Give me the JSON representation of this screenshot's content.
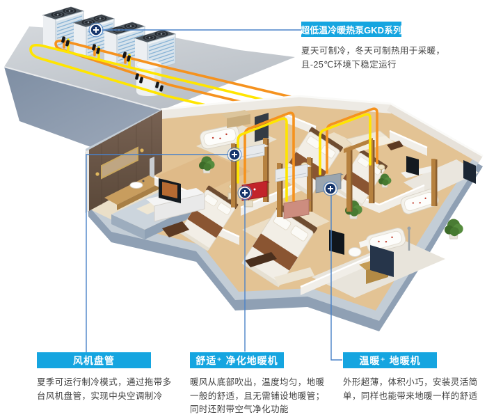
{
  "callouts": {
    "heat_pump": {
      "label": "超低温冷暖热泵GKD系列",
      "desc": [
        "夏天可制冷，冬天可制热用于采暖，",
        "且-25℃环境下稳定运行"
      ]
    },
    "fan_coil": {
      "label": "风机盘管",
      "desc": [
        "夏季可运行制冷模式，通过拖带多",
        "台风机盘管，实现中央空调制冷"
      ]
    },
    "purify_heater": {
      "label": "舒适⁺ 净化地暖机",
      "desc": [
        "暖风从底部吹出，温度均匀，地暖",
        "一般的舒适，且无需铺设地暖管；",
        "同时还附带空气净化功能"
      ]
    },
    "warm_heater": {
      "label": "温暖⁺ 地暖机",
      "desc": [
        "外形超薄，体积小巧，安装灵活简",
        "单，同样也能带来地暖一样的舒适"
      ]
    }
  },
  "colors": {
    "accent_blue": "#15a5e0",
    "connector_blue": "#4a82c8",
    "marker_navy": "#16356b",
    "pipe_yellow": "#ffe500",
    "pipe_orange": "#f5921e",
    "text_dark": "#3f3f3f"
  },
  "scene": {
    "heat_pump_units": 4,
    "hotspots": [
      "heat-pump",
      "fan-coil",
      "purify-heater",
      "warm-heater"
    ]
  }
}
